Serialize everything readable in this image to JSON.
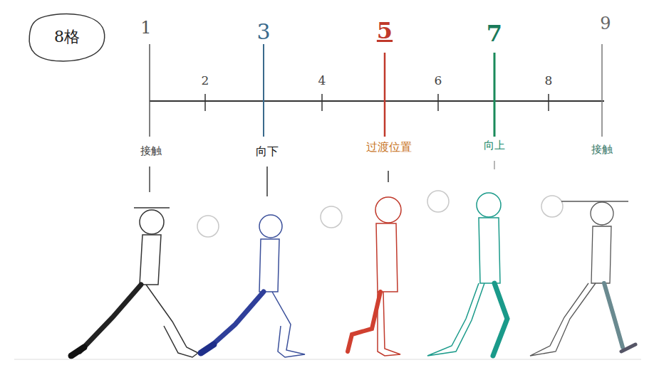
{
  "diagram": {
    "nodes": [
      {
        "text": [
          "8格"
        ]
      }
    ],
    "labels": [
      "1",
      "2",
      "3",
      "4",
      "5",
      "6",
      "7",
      "8",
      "9",
      "接触",
      "向下",
      "过渡位置",
      "向上",
      "接触"
    ]
  }
}
